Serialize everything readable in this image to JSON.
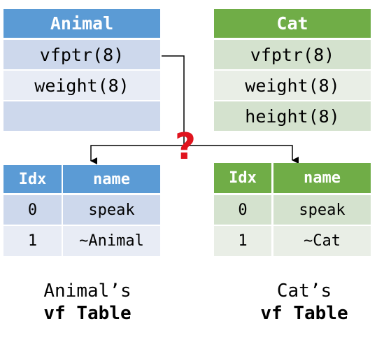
{
  "animal_class": {
    "title": "Animal",
    "fields": [
      "vfptr(8)",
      "weight(8)",
      ""
    ]
  },
  "cat_class": {
    "title": "Cat",
    "fields": [
      "vfptr(8)",
      "weight(8)",
      "height(8)"
    ]
  },
  "animal_vftable": {
    "headers": {
      "idx": "Idx",
      "name": "name"
    },
    "rows": [
      {
        "idx": "0",
        "name": "speak"
      },
      {
        "idx": "1",
        "name": "~Animal"
      }
    ],
    "caption_line1": "Animal’s",
    "caption_line2": "vf Table"
  },
  "cat_vftable": {
    "headers": {
      "idx": "Idx",
      "name": "name"
    },
    "rows": [
      {
        "idx": "0",
        "name": "speak"
      },
      {
        "idx": "1",
        "name": "~Cat"
      }
    ],
    "caption_line1": "Cat’s",
    "caption_line2": "vf Table"
  },
  "question_mark": "?",
  "colors": {
    "blue_header": "#5b9bd5",
    "blue_row": "#cdd8ec",
    "blue_row_alt": "#e8ecf5",
    "green_header": "#70ad47",
    "green_row": "#d4e2ce",
    "green_row_alt": "#e9eee6",
    "question_mark": "#e0141e"
  }
}
